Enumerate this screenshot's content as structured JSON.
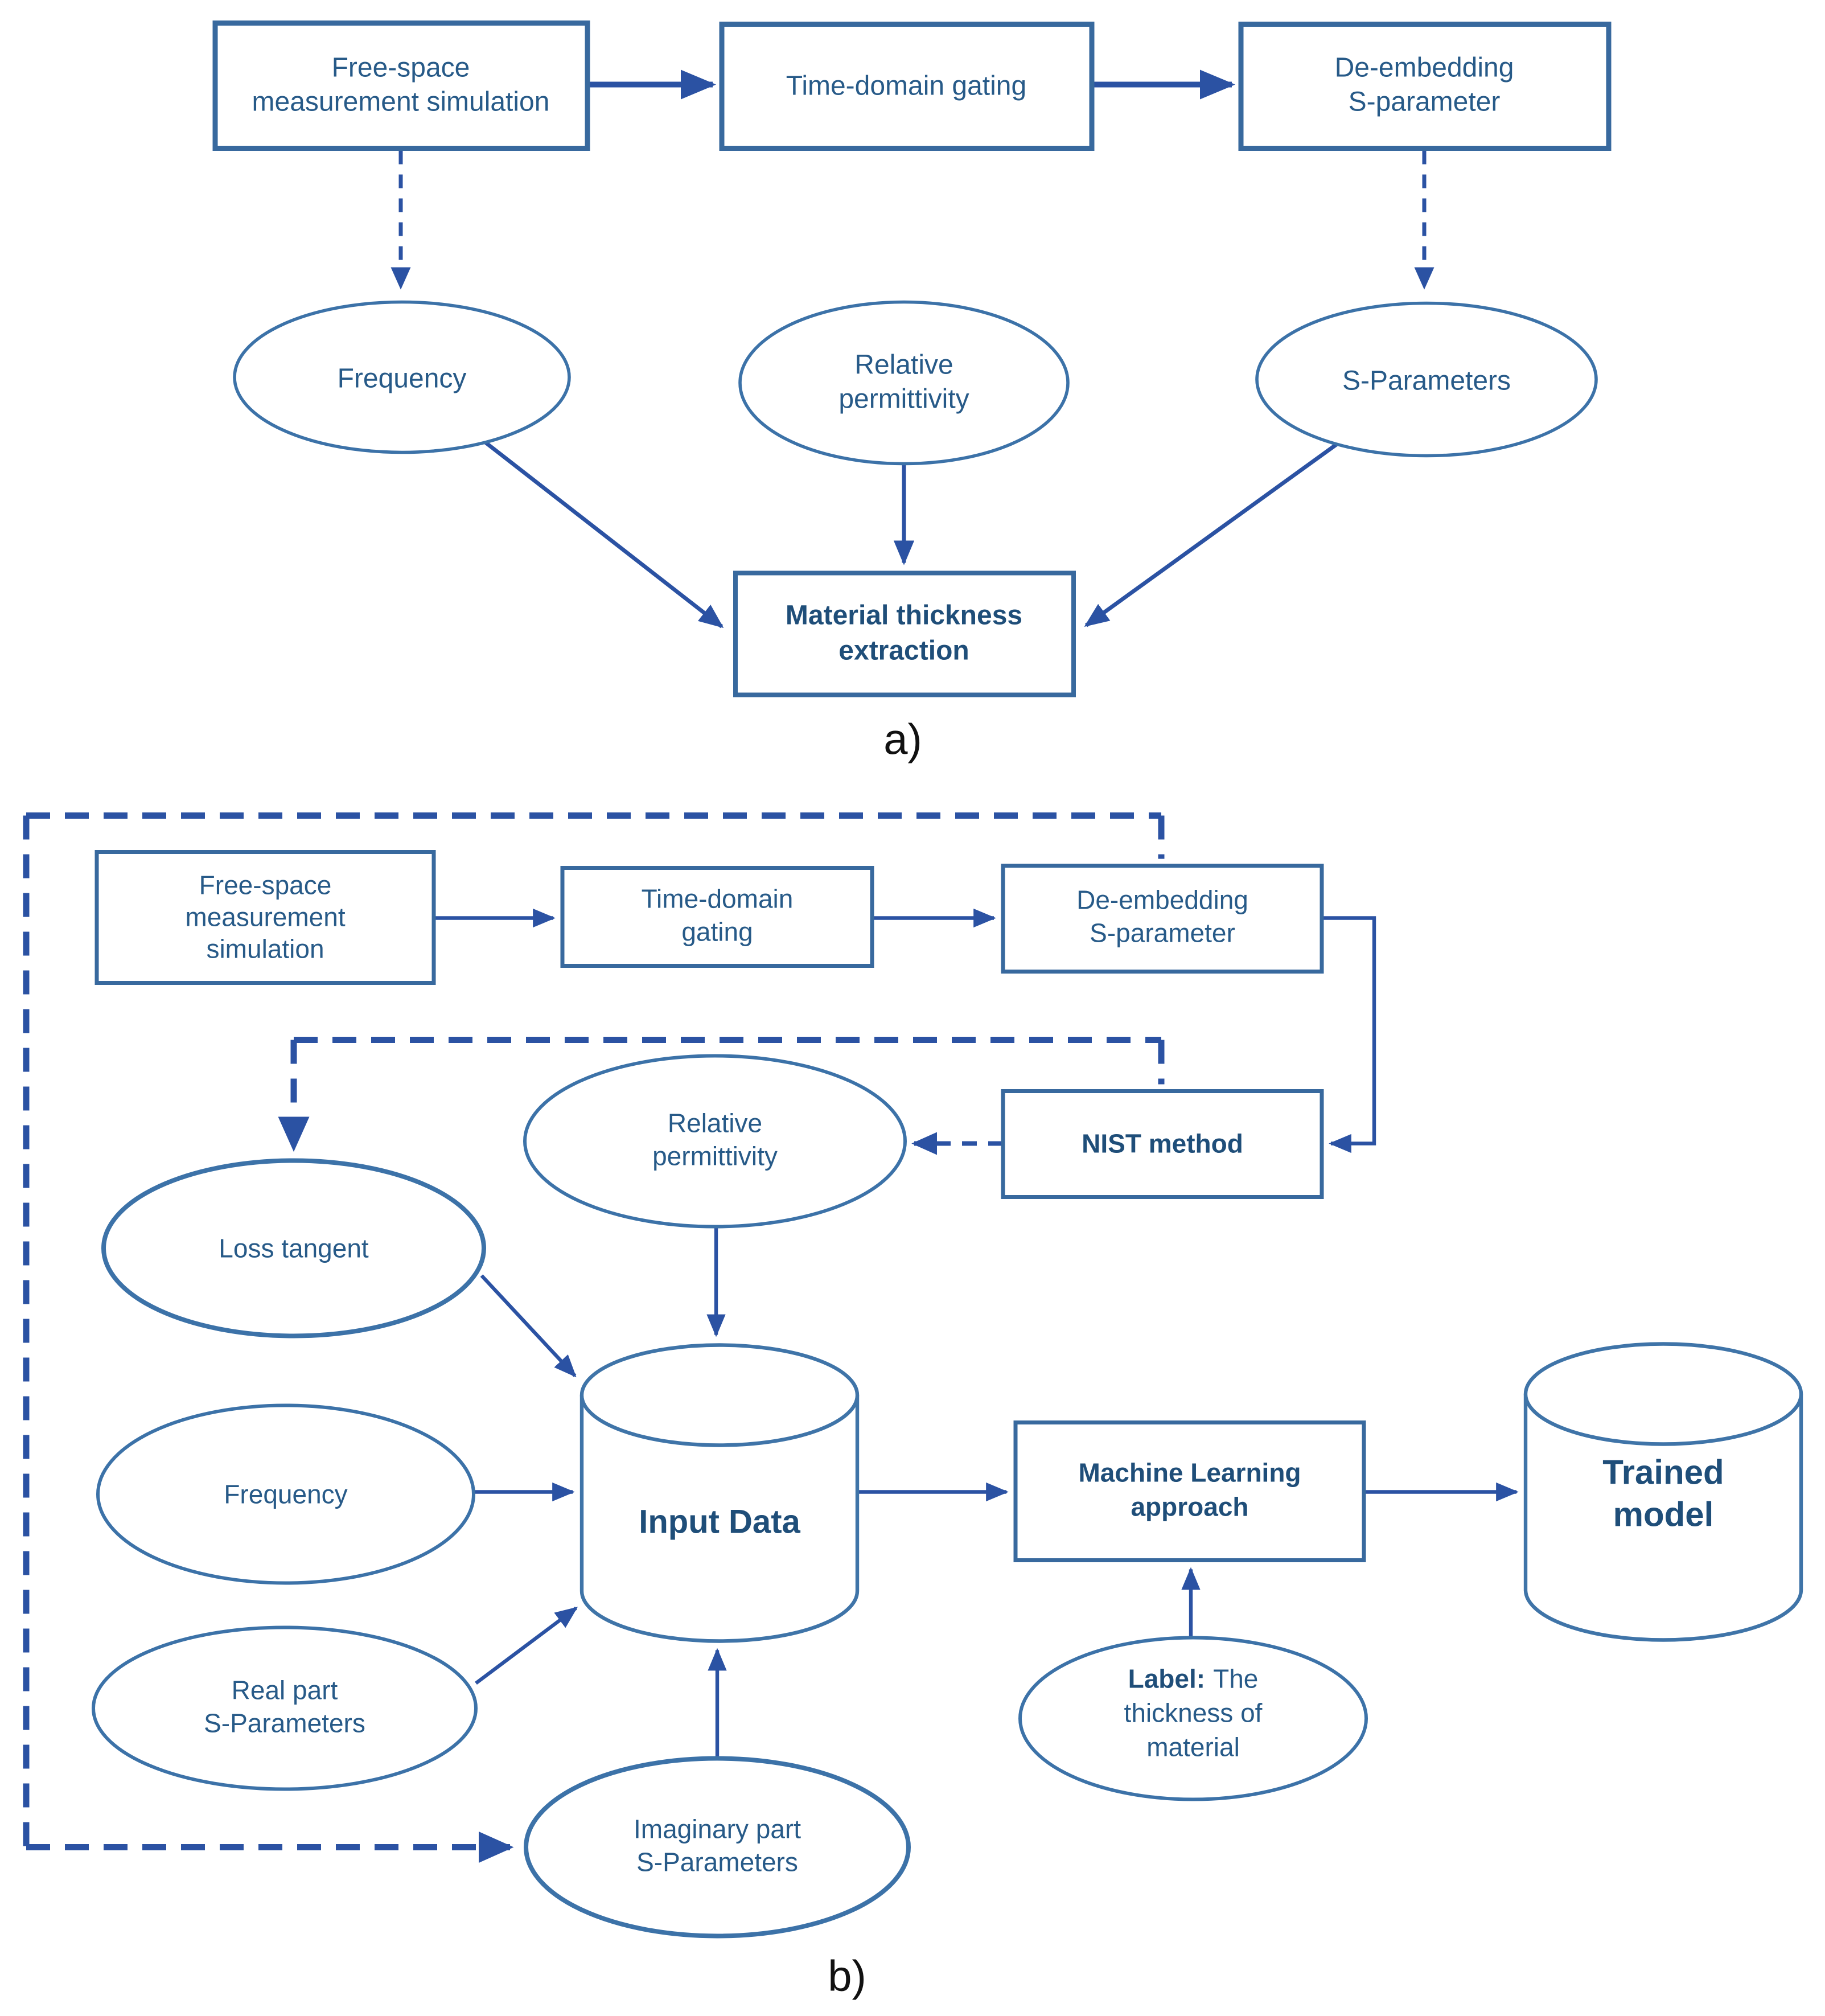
{
  "figure": {
    "colors": {
      "box_border": "#38699e",
      "ellipse_border": "#3c72a8",
      "cylinder_border": "#3f74a8",
      "arrow": "#2b52a3",
      "text_regular": "#275a88",
      "text_bold": "#1f4e79",
      "caption": "#111111",
      "background": "#ffffff"
    },
    "panel_a": {
      "caption": "a)",
      "free_space": [
        "Free-space",
        "measurement simulation"
      ],
      "time_domain": [
        "Time-domain gating"
      ],
      "de_embedding": [
        "De-embedding",
        "S-parameter"
      ],
      "frequency": "Frequency",
      "relative_permittivity": [
        "Relative",
        "permittivity"
      ],
      "s_parameters": "S-Parameters",
      "material_thickness": [
        "Material thickness",
        "extraction"
      ]
    },
    "panel_b": {
      "caption": "b)",
      "free_space": [
        "Free-space",
        "measurement",
        "simulation"
      ],
      "time_domain": [
        "Time-domain",
        "gating"
      ],
      "de_embedding": [
        "De-embedding",
        "S-parameter"
      ],
      "nist": "NIST method",
      "loss_tangent": "Loss tangent",
      "relative_permittivity": [
        "Relative",
        "permittivity"
      ],
      "frequency": "Frequency",
      "real_part": [
        "Real part",
        "S-Parameters"
      ],
      "imaginary_part": [
        "Imaginary part",
        "S-Parameters"
      ],
      "input_data": "Input Data",
      "machine_learning": [
        "Machine Learning",
        "approach"
      ],
      "trained_model": [
        "Trained",
        "model"
      ],
      "label_node": {
        "bold": "Label:",
        "rest": "The",
        "line2": "thickness of",
        "line3": "material"
      }
    }
  }
}
